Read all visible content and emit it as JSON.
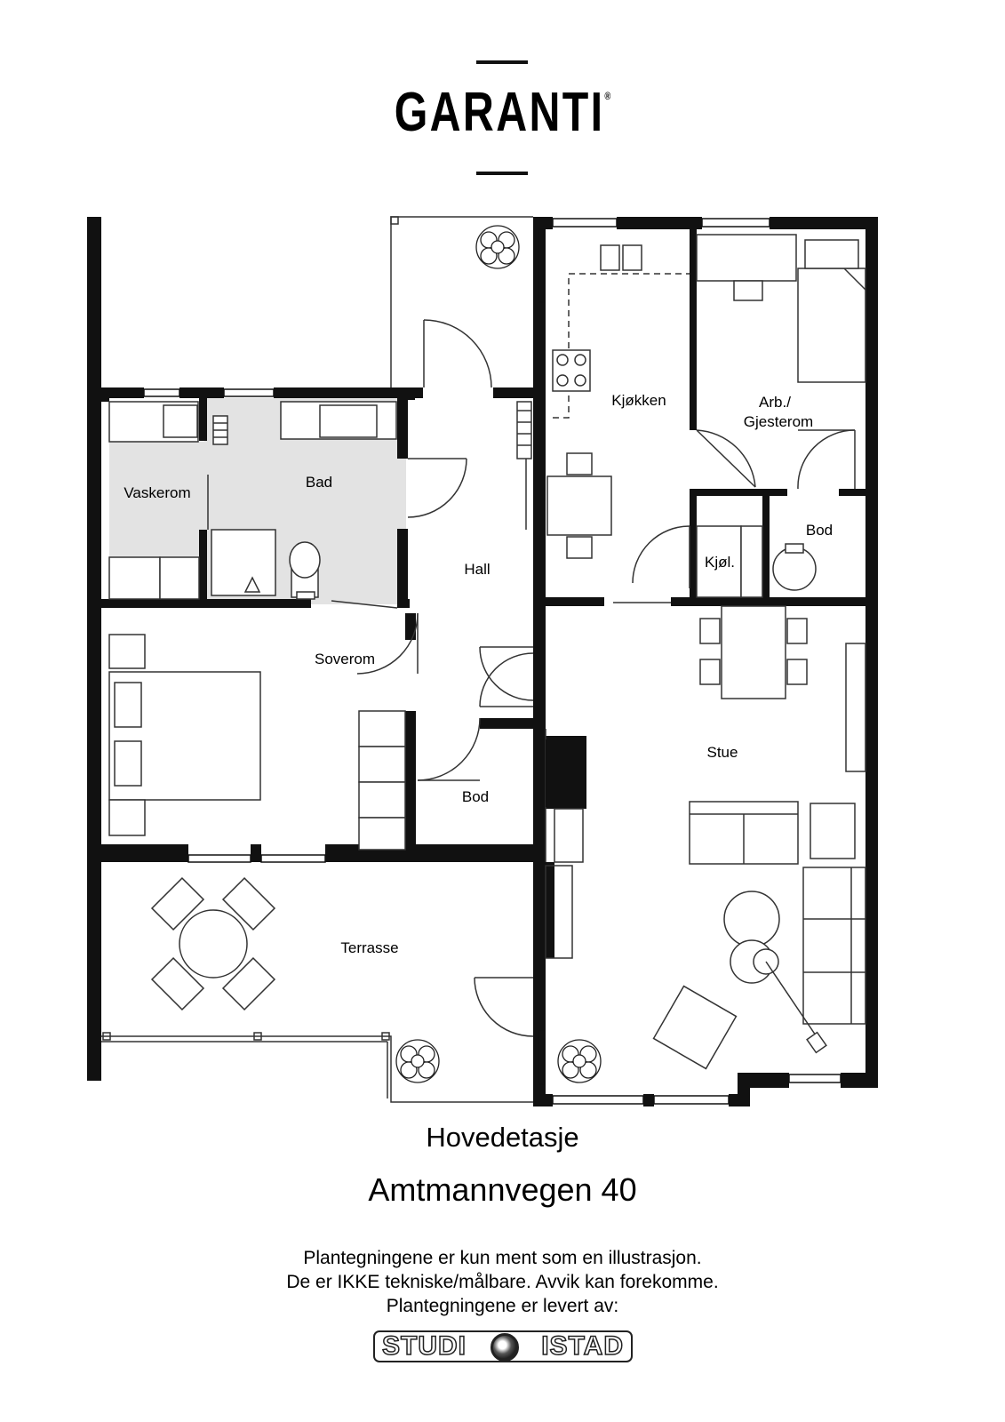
{
  "brand": {
    "logo_text": "GARANTI",
    "registered": "®"
  },
  "rooms": {
    "vaskerom": "Vaskerom",
    "bad": "Bad",
    "kjokken": "Kjøkken",
    "arb_line1": "Arb./",
    "arb_line2": "Gjesterom",
    "bod_upper": "Bod",
    "kjol": "Kjøl.",
    "hall": "Hall",
    "soverom": "Soverom",
    "stue": "Stue",
    "bod_lower": "Bod",
    "terrasse": "Terrasse"
  },
  "caption": {
    "floor": "Hovedetasje",
    "address": "Amtmannvegen 40",
    "note_line1": "Plantegningene er kun ment som en illustrasjon.",
    "note_line2": "De er IKKE tekniske/målbare. Avvik kan forekomme.",
    "note_line3": "Plantegningene er levert av:"
  },
  "credit": {
    "studio_left": "STUDI",
    "studio_right": "ISTAD"
  },
  "colors": {
    "wall": "#111111",
    "wet_room_fill": "#e3e3e3",
    "furniture": "#333333"
  }
}
